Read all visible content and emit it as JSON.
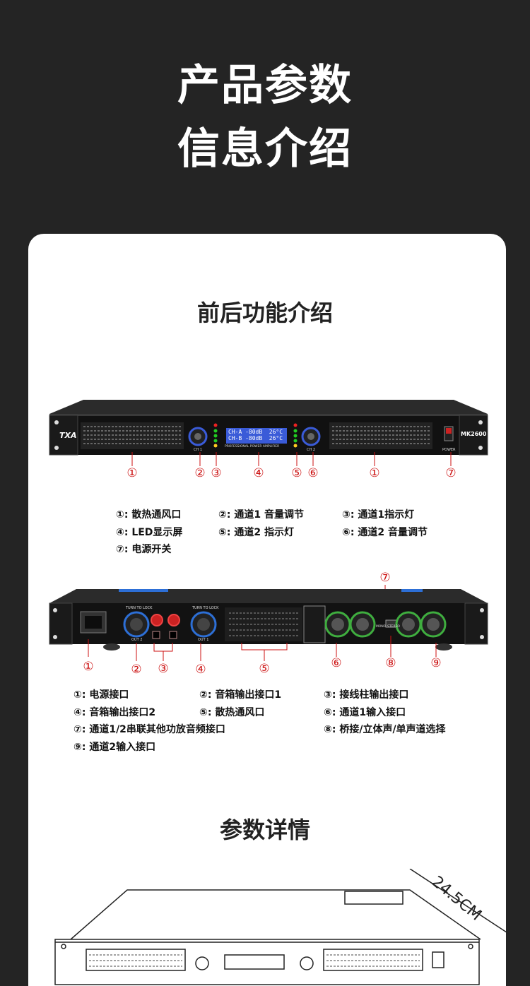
{
  "hero": {
    "line1": "产品参数",
    "line2": "信息介绍"
  },
  "front_section": {
    "title": "前后功能介绍",
    "brand": "TXA",
    "model": "MK2600",
    "lcd_line1": "CH-A -80dB  26°C",
    "lcd_line2": "CH-B -80dB  26°C",
    "lcd_caption": "PROFESSIONAL POWER AMPLIFIER",
    "ch1_label": "CH 1",
    "ch2_label": "CH 2",
    "power_label": "POWER",
    "markers": [
      "①",
      "②",
      "③",
      "④",
      "⑤",
      "⑥",
      "①",
      "⑦"
    ],
    "legend": [
      "①: 散热通风口",
      "②: 通道1 音量调节",
      "③: 通道1指示灯",
      "④: LED显示屏",
      "⑤: 通道2 指示灯",
      "⑥: 通道2 音量调节",
      "⑦: 电源开关"
    ]
  },
  "rear_section": {
    "markers": [
      "①",
      "②",
      "③",
      "④",
      "⑤",
      "⑥",
      "⑦",
      "⑧",
      "⑨"
    ],
    "out2_label": "OUT 2",
    "out1_label": "OUT 1",
    "turn_lock": "TURN TO LOCK",
    "mono_label": "MONO",
    "stereo_label": "STEREO",
    "legend": [
      "①: 电源接口",
      "②: 音箱输出接口1",
      "③: 接线柱输出接口",
      "④: 音箱输出接口2",
      "⑤: 散热通风口",
      "⑥: 通道1输入接口",
      "⑦: 通道1/2串联其他功放音频接口",
      "⑧: 桥接/立体声/单声道选择",
      "⑨: 通道2输入接口"
    ]
  },
  "spec_section": {
    "title": "参数详情",
    "depth": "24.5CM"
  },
  "colors": {
    "background": "#242424",
    "card": "#ffffff",
    "lcd": "#3a5bd8",
    "marker": "#cc1111",
    "xlr_ring": "#3fae3f",
    "speakon_ring": "#2d6fd6"
  }
}
